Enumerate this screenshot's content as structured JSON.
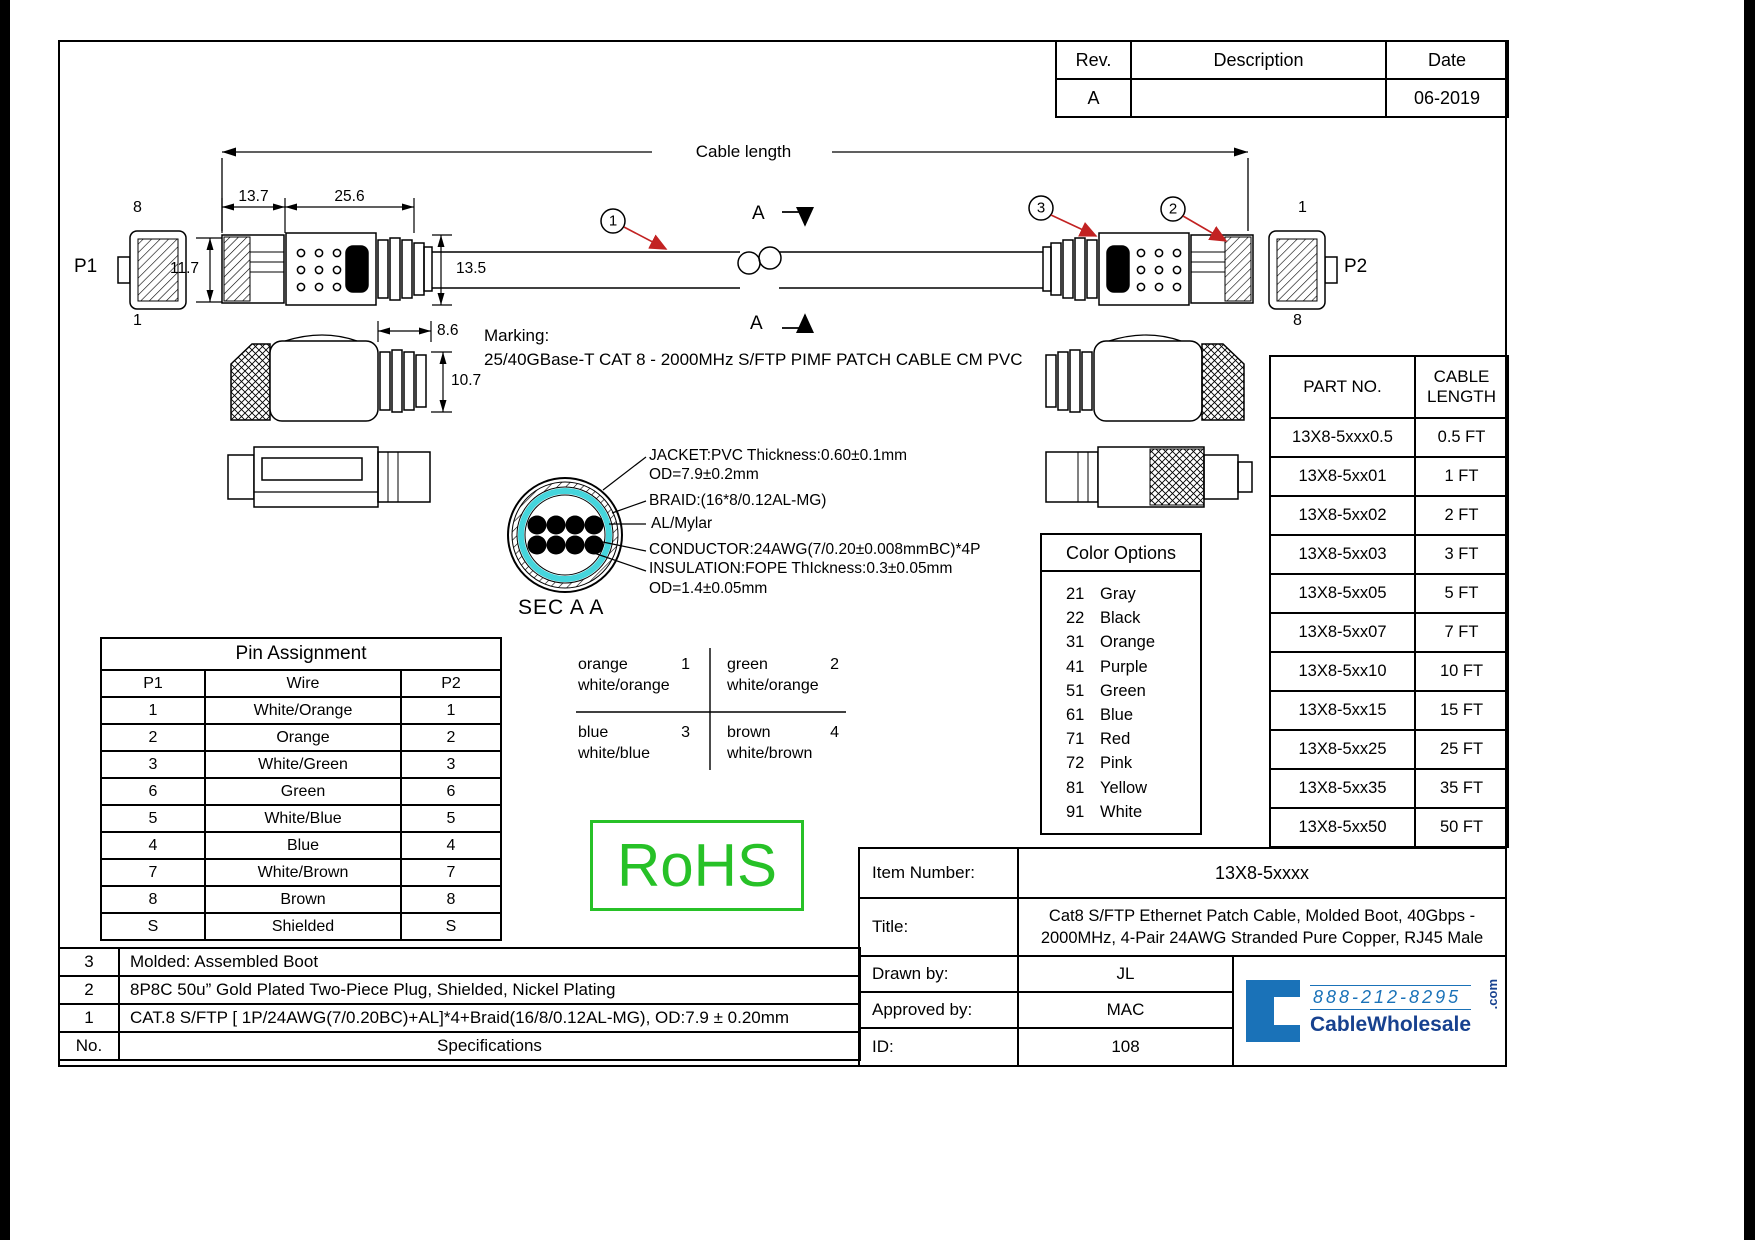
{
  "colors": {
    "line_black": "#000000",
    "balloon_leader_red": "#c22222",
    "shield_cyan": "#45d5dc",
    "rohs_green": "#27c127",
    "logo_blue": "#1a72b8",
    "logo_navy": "#17418f"
  },
  "rev_table": {
    "col_rev": "Rev.",
    "col_desc": "Description",
    "col_date": "Date",
    "rev": "A",
    "desc": "",
    "date": "06-2019"
  },
  "cable": {
    "length_label": "Cable length",
    "dim_13_7": "13.7",
    "dim_25_6": "25.6",
    "dim_11_7": "11.7",
    "dim_13_5": "13.5",
    "dim_8_6": "8.6",
    "dim_10_7": "10.7",
    "p1": "P1",
    "p2": "P2",
    "p1_pin_top": "8",
    "p1_pin_bottom": "1",
    "p2_pin_top": "1",
    "p2_pin_bottom": "8",
    "balloon_1": "1",
    "balloon_2": "2",
    "balloon_3": "3",
    "section_top": "A",
    "section_bottom": "A"
  },
  "marking": {
    "label": "Marking:",
    "text": "25/40GBase-T CAT 8 - 2000MHz S/FTP PIMF PATCH CABLE CM PVC"
  },
  "section_view": {
    "label": "SEC A A",
    "callout_jacket_1": "JACKET:PVC Thickness:0.60±0.1mm",
    "callout_jacket_2": "OD=7.9±0.2mm",
    "callout_braid": "BRAID:(16*8/0.12AL-MG)",
    "callout_mylar": "AL/Mylar",
    "callout_conductor": "CONDUCTOR:24AWG(7/0.20±0.008mmBC)*4P",
    "callout_insulation_1": "INSULATION:FOPE ThIckness:0.3±0.05mm",
    "callout_insulation_2": "OD=1.4±0.05mm"
  },
  "pin_assignment": {
    "title": "Pin Assignment",
    "headers": [
      "P1",
      "Wire",
      "P2"
    ],
    "rows": [
      [
        "1",
        "White/Orange",
        "1"
      ],
      [
        "2",
        "Orange",
        "2"
      ],
      [
        "3",
        "White/Green",
        "3"
      ],
      [
        "6",
        "Green",
        "6"
      ],
      [
        "5",
        "White/Blue",
        "5"
      ],
      [
        "4",
        "Blue",
        "4"
      ],
      [
        "7",
        "White/Brown",
        "7"
      ],
      [
        "8",
        "Brown",
        "8"
      ],
      [
        "S",
        "Shielded",
        "S"
      ]
    ]
  },
  "wire_pairs": [
    {
      "name": "orange",
      "num": "1",
      "stripe": "white/orange"
    },
    {
      "name": "green",
      "num": "2",
      "stripe": "white/orange"
    },
    {
      "name": "blue",
      "num": "3",
      "stripe": "white/blue"
    },
    {
      "name": "brown",
      "num": "4",
      "stripe": "white/brown"
    }
  ],
  "color_options": {
    "title": "Color Options",
    "items": [
      [
        "21",
        "Gray"
      ],
      [
        "22",
        "Black"
      ],
      [
        "31",
        "Orange"
      ],
      [
        "41",
        "Purple"
      ],
      [
        "51",
        "Green"
      ],
      [
        "61",
        "Blue"
      ],
      [
        "71",
        "Red"
      ],
      [
        "72",
        "Pink"
      ],
      [
        "81",
        "Yellow"
      ],
      [
        "91",
        "White"
      ]
    ]
  },
  "part_table": {
    "header_part": "PART NO.",
    "header_length": "CABLE LENGTH",
    "rows": [
      [
        "13X8-5xxx0.5",
        "0.5 FT"
      ],
      [
        "13X8-5xx01",
        "1 FT"
      ],
      [
        "13X8-5xx02",
        "2 FT"
      ],
      [
        "13X8-5xx03",
        "3 FT"
      ],
      [
        "13X8-5xx05",
        "5 FT"
      ],
      [
        "13X8-5xx07",
        "7 FT"
      ],
      [
        "13X8-5xx10",
        "10 FT"
      ],
      [
        "13X8-5xx15",
        "15 FT"
      ],
      [
        "13X8-5xx25",
        "25 FT"
      ],
      [
        "13X8-5xx35",
        "35 FT"
      ],
      [
        "13X8-5xx50",
        "50 FT"
      ]
    ]
  },
  "rohs_label": "RoHS",
  "title_block": {
    "item_label": "Item Number:",
    "item_value": "13X8-5xxxx",
    "title_label": "Title:",
    "title_value": "Cat8 S/FTP Ethernet Patch Cable, Molded Boot, 40Gbps - 2000MHz, 4-Pair 24AWG Stranded Pure Copper, RJ45 Male",
    "drawn_label": "Drawn by:",
    "drawn_value": "JL",
    "approved_label": "Approved by:",
    "approved_value": "MAC",
    "id_label": "ID:",
    "id_value": "108"
  },
  "specs_table": {
    "rows": [
      [
        "3",
        "Molded: Assembled Boot"
      ],
      [
        "2",
        "8P8C 50u” Gold Plated Two-Piece Plug, Shielded, Nickel Plating"
      ],
      [
        "1",
        "CAT.8 S/FTP [ 1P/24AWG(7/0.20BC)+AL]*4+Braid(16/8/0.12AL-MG), OD:7.9 ± 0.20mm"
      ]
    ],
    "no_label": "No.",
    "footer": "Specifications"
  },
  "logo": {
    "phone": "888-212-8295",
    "name": "CableWholesale",
    "tld": ".com"
  }
}
